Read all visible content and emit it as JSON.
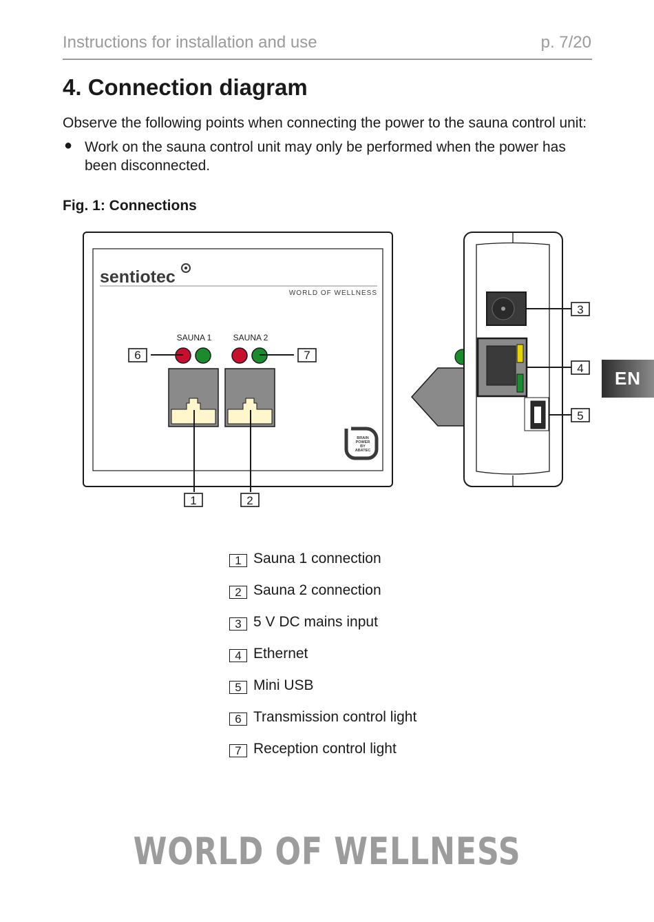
{
  "header": {
    "doc_title": "Instructions for installation and use",
    "page": "p. 7/20"
  },
  "section": {
    "title": "4. Connection diagram",
    "intro": "Observe the following points when connecting the power to the sauna control unit:",
    "bullets": [
      "Work on the sauna control unit may only be performed when the power has been disconnected."
    ]
  },
  "figure": {
    "caption": "Fig. 1: Connections",
    "logo_text": "sentiotec",
    "logo_tagline": "WORLD OF WELLNESS",
    "port_labels": [
      "SAUNA 1",
      "SAUNA 2"
    ],
    "badge_text": "BRAIN POWER BY ABATEC",
    "callouts": [
      "1",
      "2",
      "3",
      "4",
      "5",
      "6",
      "7"
    ],
    "colors": {
      "red_led": "#c8102e",
      "green_led": "#1a8c2e",
      "port_gray": "#8a8a8a",
      "jack_cream": "#fff6cc"
    }
  },
  "legend": [
    {
      "num": "1",
      "label": "Sauna 1 connection"
    },
    {
      "num": "2",
      "label": "Sauna 2 connection"
    },
    {
      "num": "3",
      "label": "5 V DC mains input"
    },
    {
      "num": "4",
      "label": "Ethernet"
    },
    {
      "num": "5",
      "label": "Mini USB"
    },
    {
      "num": "6",
      "label": "Transmission control light"
    },
    {
      "num": "7",
      "label": "Reception control light"
    }
  ],
  "language_tab": "EN",
  "footer": {
    "brand": "WORLD OF WELLNESS"
  }
}
